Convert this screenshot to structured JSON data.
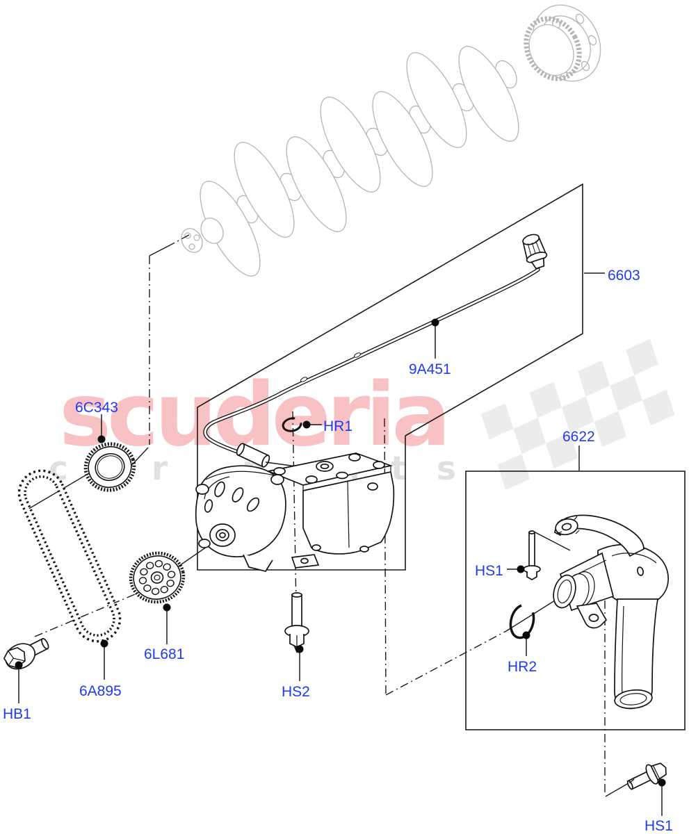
{
  "diagram": {
    "watermark": {
      "brand": "scuderia",
      "letters": [
        "c",
        "a",
        "r",
        "p",
        "a",
        "r",
        "t",
        "s"
      ]
    },
    "part_labels": [
      {
        "id": "6603",
        "text": "6603"
      },
      {
        "id": "9A451",
        "text": "9A451"
      },
      {
        "id": "6C343",
        "text": "6C343"
      },
      {
        "id": "HR1",
        "text": "HR1"
      },
      {
        "id": "6622",
        "text": "6622"
      },
      {
        "id": "HS1-upper",
        "text": "HS1"
      },
      {
        "id": "6L681",
        "text": "6L681"
      },
      {
        "id": "6A895",
        "text": "6A895"
      },
      {
        "id": "HB1",
        "text": "HB1"
      },
      {
        "id": "HS2",
        "text": "HS2"
      },
      {
        "id": "HR2",
        "text": "HR2"
      },
      {
        "id": "HS1-lower",
        "text": "HS1"
      }
    ],
    "colors": {
      "label_blue": "#1f3af2",
      "watermark_red": "#e30613",
      "letter_gray": "#d9d9d9",
      "flag_gray": "#e9e9e9",
      "line_black": "#1a1a1a",
      "crank_gray": "#b5b5b5"
    }
  }
}
